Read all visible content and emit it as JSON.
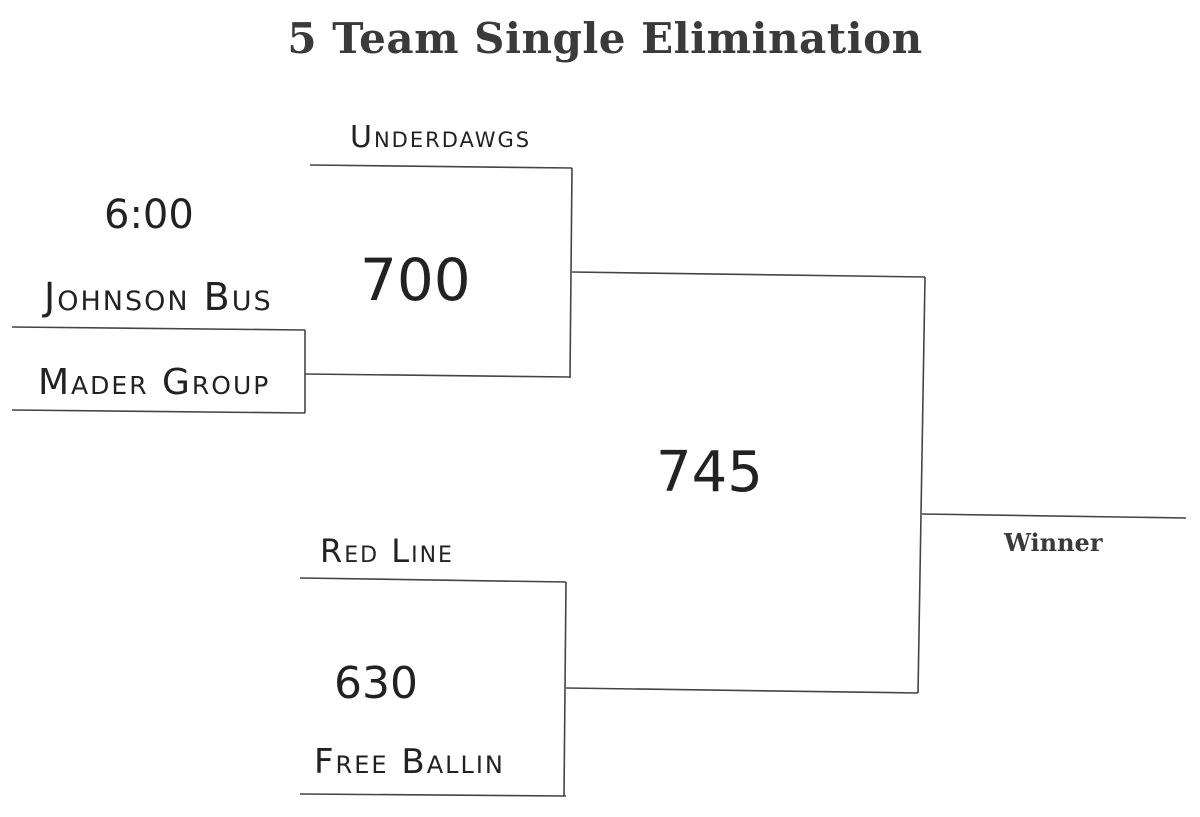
{
  "title": "5 Team Single Elimination",
  "bracket": {
    "round1": {
      "time": "6:00",
      "team_a": "Johnson Bus",
      "team_b": "Mader Group"
    },
    "round2_top": {
      "team_a": "Underdawgs",
      "time": "700"
    },
    "round2_bottom": {
      "team_a": "Red Line",
      "time": "630",
      "team_b": "Free Ballin"
    },
    "final": {
      "time": "745"
    },
    "winner_label": "Winner"
  }
}
